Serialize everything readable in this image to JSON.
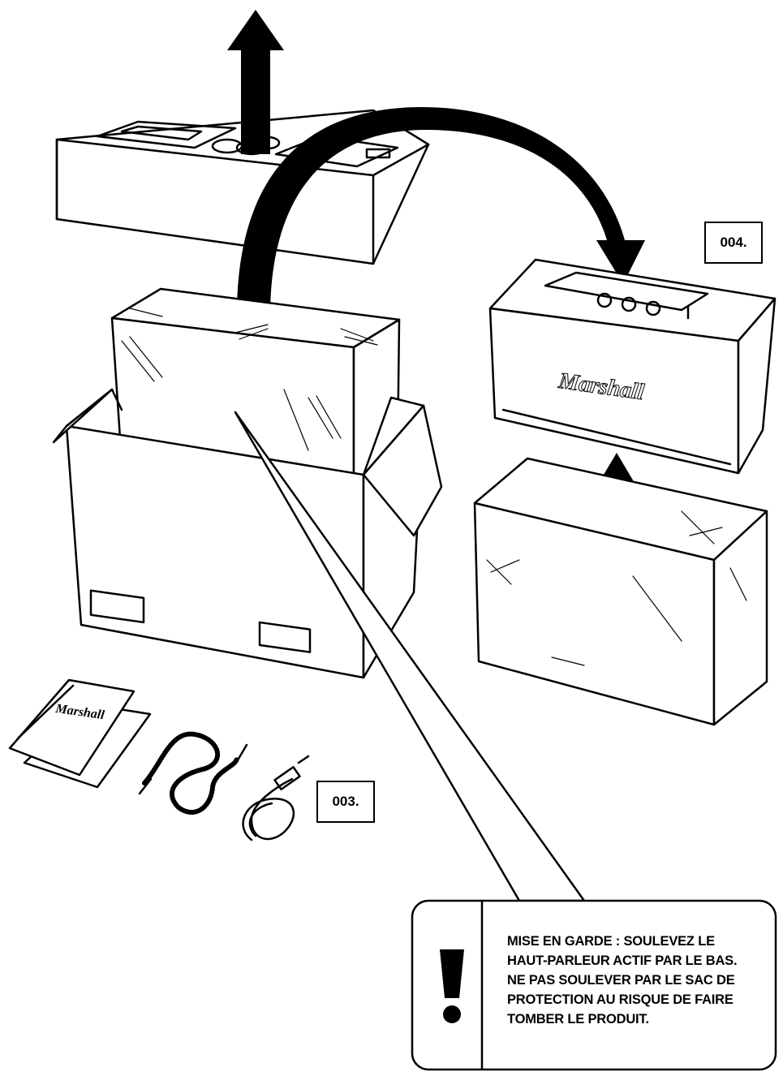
{
  "steps": {
    "left_label": "003.",
    "right_label": "004."
  },
  "brand": "Marshall",
  "warning": {
    "icon": "exclamation-icon",
    "lines": [
      "MISE EN GARDE : SOULEVEZ LE",
      "HAUT-PARLEUR ACTIF PAR LE BAS.",
      "NE PAS SOULEVER PAR LE SAC DE",
      "PROTECTION AU RISQUE DE FAIRE",
      "TOMBER LE PRODUIT."
    ]
  }
}
